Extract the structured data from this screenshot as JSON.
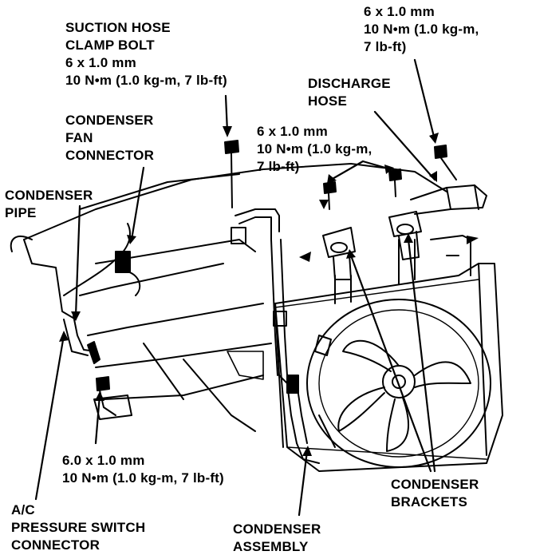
{
  "labels": {
    "suction_bolt": {
      "line1": "SUCTION HOSE",
      "line2": "CLAMP BOLT",
      "line3": "6 x 1.0 mm",
      "line4": "10 N•m (1.0 kg-m, 7 lb-ft)"
    },
    "top_right_bolt": {
      "line1": "6 x 1.0 mm",
      "line2": "10 N•m (1.0 kg-m,",
      "line3": "7 lb-ft)"
    },
    "discharge_hose": {
      "line1": "DISCHARGE",
      "line2": "HOSE"
    },
    "condenser_fan_connector": {
      "line1": "CONDENSER",
      "line2": "FAN",
      "line3": "CONNECTOR"
    },
    "bracket_bolts": {
      "line1": "6 x 1.0 mm",
      "line2": "10 N•m (1.0 kg-m,",
      "line3": "7 lb-ft)"
    },
    "condenser_pipe": {
      "line1": "CONDENSER",
      "line2": "PIPE"
    },
    "lower_bolt": {
      "line1": "6.0 x 1.0 mm",
      "line2": "10 N•m (1.0 kg-m, 7 lb-ft)"
    },
    "condenser_brackets": {
      "line1": "CONDENSER",
      "line2": "BRACKETS"
    },
    "pressure_switch": {
      "line1": "A/C",
      "line2": "PRESSURE SWITCH",
      "line3": "CONNECTOR"
    },
    "condenser_assembly": {
      "line1": "CONDENSER",
      "line2": "ASSEMBLY"
    }
  }
}
